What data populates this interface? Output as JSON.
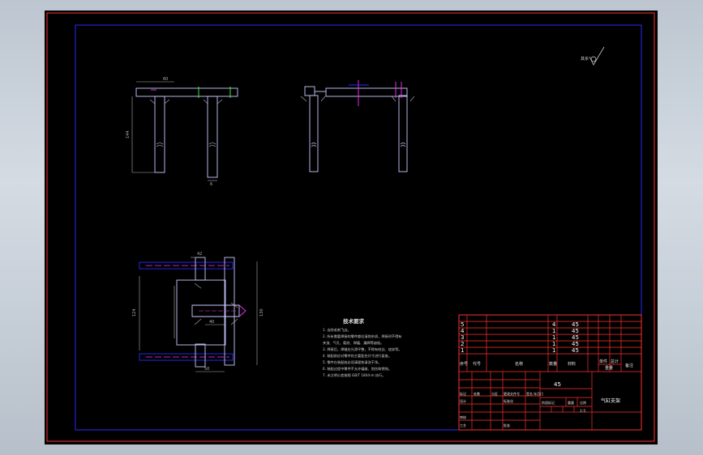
{
  "colors": {
    "background": "#000000",
    "outer_frame": "#ff3030",
    "inner_frame": "#2a2aff",
    "outline": "#c8c8ff",
    "dimension": "#b0b0b0",
    "accent": "#ff30ff",
    "frame_gray": "#bfc7cf"
  },
  "technical_requirements": {
    "title": "技术要求",
    "items": [
      "1. 去除毛刺飞边。",
      "2. 所有需要焊接的零件都应清除杂质，焊接时不得有",
      "   夹渣、气孔、裂纹、焊瘤、漏焊等缺陷。",
      "3. 焊接后，焊缝应光滑平整，不得有咬边、烧穿等。",
      "4. 装配前应对零件的主要配合尺寸进行复查。",
      "5. 零件在装配前必须清理和清洗干净。",
      "6. 装配过程中零件不允许磕碰、划伤和锈蚀。",
      "7. 未注明公差按照 GB/T 1804-m 执行。"
    ]
  },
  "parts_list": {
    "rows": [
      {
        "no": "5",
        "qty": "4",
        "material": "45"
      },
      {
        "no": "4",
        "qty": "1",
        "material": "45"
      },
      {
        "no": "3",
        "qty": "1",
        "material": "45"
      },
      {
        "no": "2",
        "qty": "1",
        "material": "45"
      },
      {
        "no": "1",
        "qty": "1",
        "material": "45"
      }
    ],
    "headers": {
      "no": "序号",
      "code": "代号",
      "name": "名称",
      "qty": "数量",
      "material": "材料",
      "unit_weight": "单件",
      "total_weight": "总计",
      "weight": "重量",
      "remarks": "备注"
    }
  },
  "title_block": {
    "material": "45",
    "drawing_name": "气缸支架",
    "scale_value": "1:5",
    "designer_label": "设计",
    "standardization_label": "标准化",
    "review_label": "审核",
    "process_label": "工艺",
    "approve_label": "批准",
    "stage_label": "阶段标记",
    "weight_label": "重量",
    "scale_label": "比例",
    "mark_label": "标记",
    "count_label": "处数",
    "zone_label": "分区",
    "change_doc_label": "更改文件号",
    "signature_label": "签名",
    "date_label": "年月日"
  },
  "dimensions": {
    "front_top": "60",
    "front_height": "144",
    "front_leg": "6",
    "plan_width": "42",
    "plan_height": "124",
    "plan_right": "130",
    "plan_bottom": "50",
    "plan_mid": "40"
  },
  "surface_finish_note": "其余"
}
